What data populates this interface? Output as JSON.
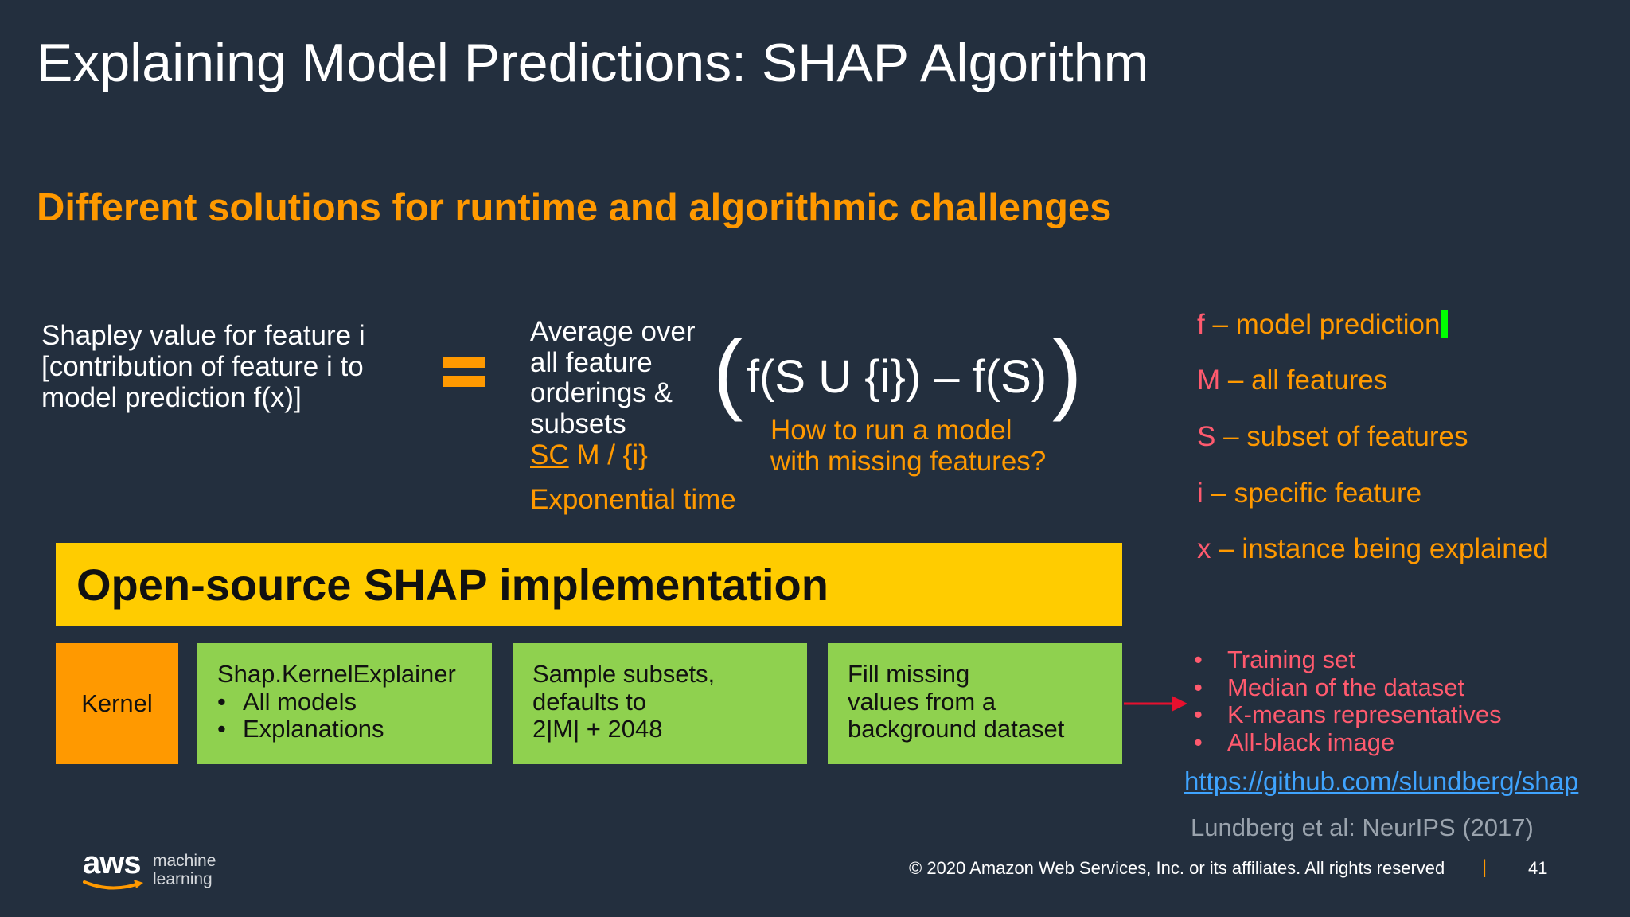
{
  "slide": {
    "title": "Explaining Model Predictions: SHAP Algorithm",
    "subtitle": "Different solutions for runtime and algorithmic challenges"
  },
  "equation": {
    "lhs_lines": [
      "Shapley value for feature i",
      "[contribution of feature i to",
      "model prediction f(x)]"
    ],
    "average_lines": [
      "Average over",
      "all feature",
      "orderings &",
      "subsets"
    ],
    "subset_underlined": "SC",
    "subset_rest": " M / {i}",
    "exponential_time": "Exponential time",
    "paren_left": "(",
    "paren_right": ")",
    "formula": "f(S U {i}) – f(S)",
    "question_lines": [
      "How to run a model",
      "with missing features?"
    ]
  },
  "legend": [
    {
      "symbol": "f",
      "text": " – model prediction"
    },
    {
      "symbol": "M",
      "text": " – all features"
    },
    {
      "symbol": "S",
      "text": " – subset of features"
    },
    {
      "symbol": "i",
      "text": " – specific feature"
    },
    {
      "symbol": "x",
      "text": " – instance being explained"
    }
  ],
  "banner": "Open-source SHAP implementation",
  "row": {
    "kernel": "Kernel",
    "explainer_title": "Shap.KernelExplainer",
    "explainer_bullets": [
      "All models",
      "Explanations"
    ],
    "bullet_char": "•",
    "sample_lines": [
      "Sample subsets,",
      "defaults to",
      "2|M| + 2048"
    ],
    "fill_lines": [
      "Fill missing",
      "values from a",
      "background dataset"
    ]
  },
  "background_options": [
    "Training set",
    "Median of the dataset",
    "K-means representatives",
    "All-black image"
  ],
  "link": "https://github.com/slundberg/shap",
  "citation": "Lundberg et al: NeurIPS (2017)",
  "footer": {
    "logo_word": "aws",
    "logo_sub": [
      "machine",
      "learning"
    ],
    "copyright": "© 2020 Amazon Web Services, Inc. or its affiliates. All rights reserved",
    "separator": "|",
    "page_number": "41"
  },
  "colors": {
    "background": "#232f3e",
    "accent_orange": "#ff9900",
    "banner_yellow": "#ffcc00",
    "box_green": "#8fd14f",
    "pink": "#ff5a6e",
    "arrow_red": "#e8102e",
    "link_blue": "#3fa4ff"
  }
}
